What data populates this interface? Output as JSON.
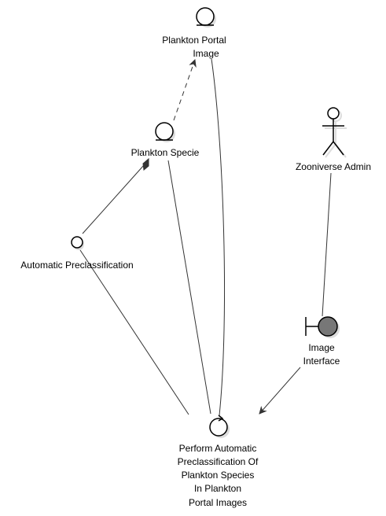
{
  "diagram": {
    "nodes": {
      "plankton_portal_image": {
        "lines": [
          "Plankton Portal",
          "Image"
        ],
        "kind": "entity"
      },
      "plankton_specie": {
        "lines": [
          "Plankton Specie"
        ],
        "kind": "entity"
      },
      "zooniverse_admin": {
        "lines": [
          "Zooniverse Admin"
        ],
        "kind": "actor"
      },
      "automatic_preclassification": {
        "lines": [
          "Automatic Preclassification"
        ],
        "kind": "circle"
      },
      "image_interface": {
        "lines": [
          "Image",
          "Interface"
        ],
        "kind": "boundary"
      },
      "perform_auto_preclassification": {
        "lines": [
          "Perform Automatic",
          "Preclassification Of",
          "Plankton Species",
          "In Plankton",
          "Portal Images"
        ],
        "kind": "control"
      }
    },
    "edges": [
      {
        "from": "plankton_specie",
        "to": "plankton_portal_image",
        "style": "dashed-arrow"
      },
      {
        "from": "automatic_preclassification",
        "to": "plankton_specie",
        "style": "composition"
      },
      {
        "from": "zooniverse_admin",
        "to": "image_interface",
        "style": "line"
      },
      {
        "from": "image_interface",
        "to": "perform_auto_preclassification",
        "style": "arrow"
      },
      {
        "from": "automatic_preclassification",
        "to": "perform_auto_preclassification",
        "style": "line"
      },
      {
        "from": "plankton_specie",
        "to": "perform_auto_preclassification",
        "style": "line"
      },
      {
        "from": "plankton_portal_image",
        "to": "perform_auto_preclassification",
        "style": "line"
      }
    ],
    "colors": {
      "stroke": "#000000",
      "edge": "#333333",
      "shadow": "#dddddd",
      "node_fill": "#ffffff",
      "boundary_fill": "#777777"
    }
  }
}
